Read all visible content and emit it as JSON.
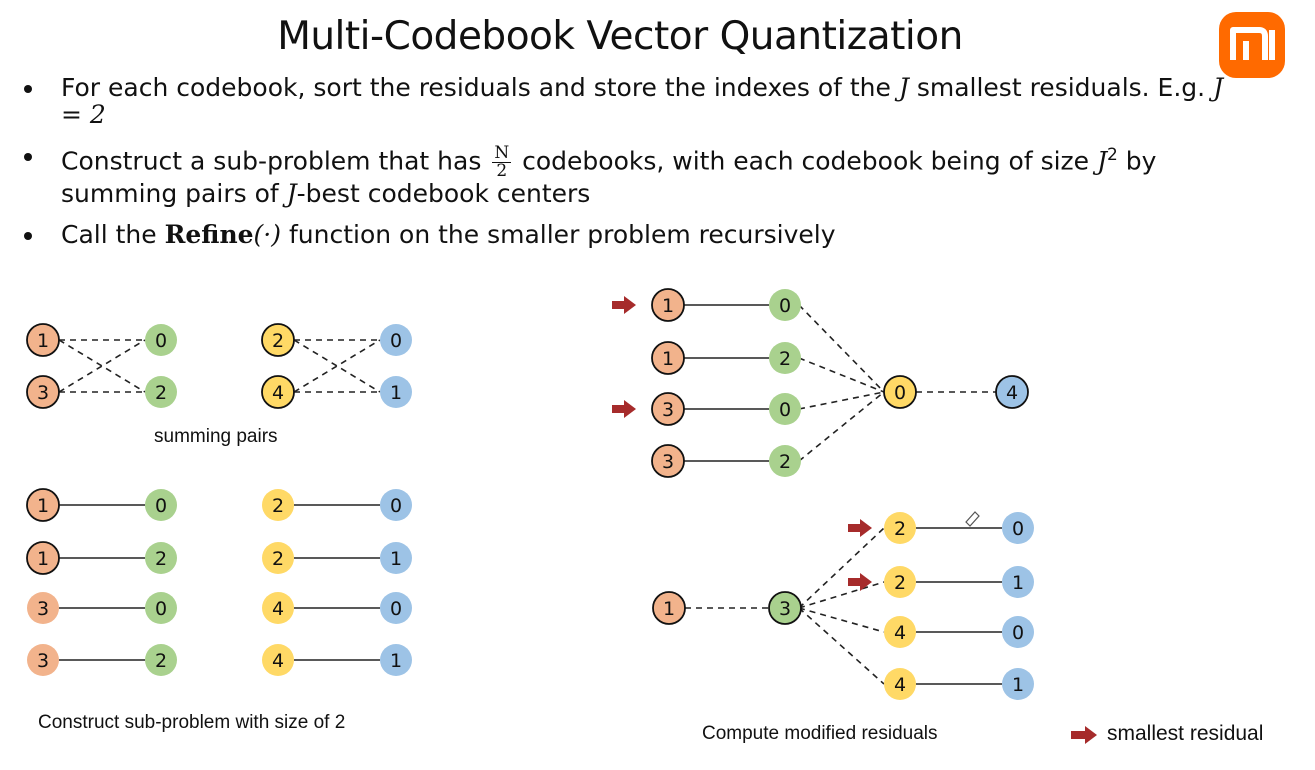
{
  "slide": {
    "title": "Multi-Codebook Vector Quantization",
    "logo_text": "mi",
    "bullets": [
      {
        "p1": "For each codebook, sort the residuals and store the indexes of the ",
        "m1": "J",
        "p2": " smallest residuals. E.g. ",
        "m2": "J = 2"
      },
      {
        "p1": "Construct a sub-problem that has ",
        "frac_num": "N",
        "frac_den": "2",
        "p2": " codebooks, with each codebook being of size ",
        "m1": "J",
        "sup": "2",
        "p3": " by summing pairs of ",
        "m2": "J",
        "p4": "-best codebook centers"
      },
      {
        "p1": "Call the ",
        "m1": "Refine",
        "m2": "(·)",
        "p2": " function on the smaller problem recursively"
      }
    ]
  },
  "captions": {
    "summing_pairs": "summing pairs",
    "sub_problem": "Construct sub-problem with size of 2",
    "modified_residuals": "Compute modified residuals",
    "legend": "smallest residual"
  },
  "colors": {
    "orange": "#f2b38c",
    "green": "#a9d18e",
    "yellow": "#ffd966",
    "blue": "#9dc3e6",
    "arrow": "#a62b2b",
    "logo": "#ff6a00"
  },
  "diagram": {
    "summing_pairs": {
      "left": {
        "a": [
          "1",
          "3"
        ],
        "b": [
          "0",
          "2"
        ]
      },
      "right": {
        "a": [
          "2",
          "4"
        ],
        "b": [
          "0",
          "1"
        ]
      }
    },
    "sub_problem": {
      "left": [
        [
          "1",
          "0"
        ],
        [
          "1",
          "2"
        ],
        [
          "3",
          "0"
        ],
        [
          "3",
          "2"
        ]
      ],
      "right": [
        [
          "2",
          "0"
        ],
        [
          "2",
          "1"
        ],
        [
          "4",
          "0"
        ],
        [
          "4",
          "1"
        ]
      ]
    },
    "refine_top": {
      "rows": [
        [
          "1",
          "0"
        ],
        [
          "1",
          "2"
        ],
        [
          "3",
          "0"
        ],
        [
          "3",
          "2"
        ]
      ],
      "hub": "0",
      "out": "4",
      "arrow_rows": [
        0,
        2
      ]
    },
    "refine_bottom": {
      "root": "1",
      "hub": "3",
      "rows": [
        [
          "2",
          "0"
        ],
        [
          "2",
          "1"
        ],
        [
          "4",
          "0"
        ],
        [
          "4",
          "1"
        ]
      ],
      "arrow_rows": [
        0,
        1
      ]
    }
  }
}
